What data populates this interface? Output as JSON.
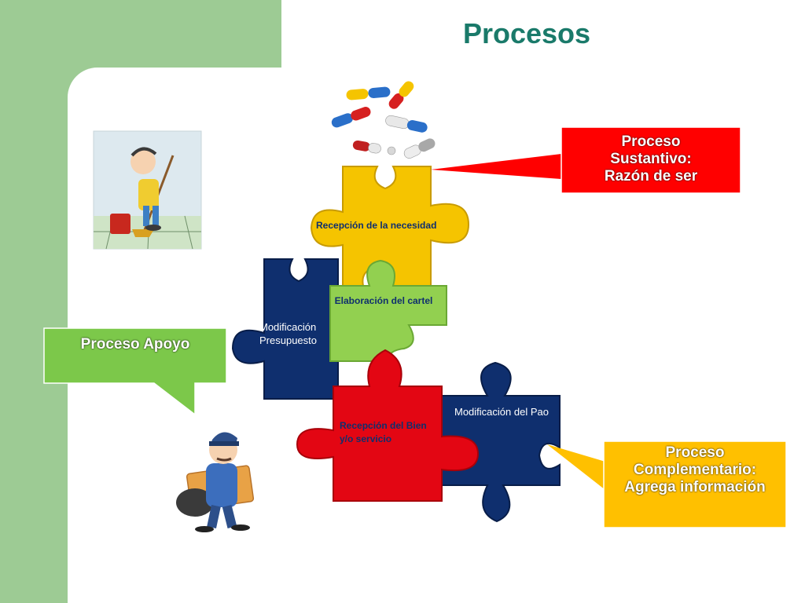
{
  "slide": {
    "title": "Procesos"
  },
  "pieces": {
    "yellow": "Recepción de la necesidad",
    "green": "Elaboración del cartel",
    "navy_left": "Modificación Presupuesto",
    "red": "Recepción del Bien y/o servicio",
    "navy_right": "Modificación del Pao"
  },
  "callouts": {
    "sustantivo": "Proceso Sustantivo: Razón de ser",
    "apoyo": "Proceso Apoyo",
    "complementario": "Proceso Complementario: Agrega información"
  },
  "colors": {
    "title": "#1a7a6a",
    "background_green": "#9dcb94",
    "yellow": "#f5c400",
    "green": "#92d050",
    "navy": "#0f2f6e",
    "red": "#e30613",
    "callout_red": "#ff0000",
    "callout_green": "#7cc84a",
    "callout_orange": "#ffc000"
  },
  "illustrations": [
    "pills-icon",
    "janitor-icon",
    "mail-carrier-icon"
  ]
}
